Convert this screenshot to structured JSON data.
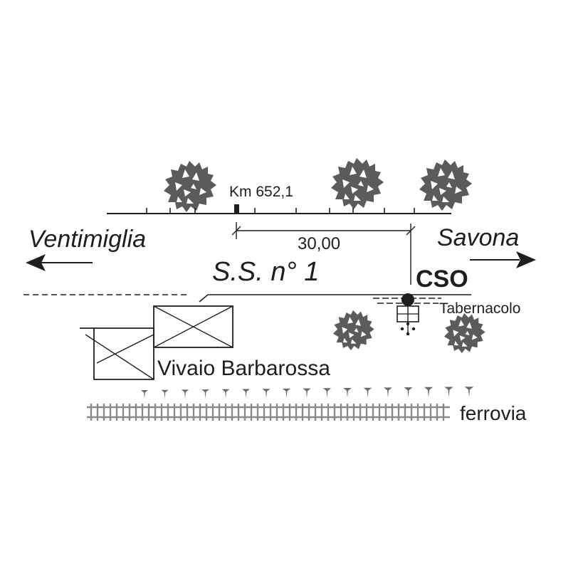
{
  "labels": {
    "km_marker": "Km 652,1",
    "distance": "30,00",
    "city_left": "Ventimiglia",
    "city_right": "Savona",
    "road": "S.S. n° 1",
    "cso": "CSO",
    "tabernacolo": "Tabernacolo",
    "vivaio": "Vivaio Barbarossa",
    "ferrovia": "ferrovia"
  },
  "icons": {
    "tree": "tree-icon",
    "building": "building-icon",
    "railway": "railway-icon",
    "arrow": "arrow-icon",
    "cso_point": "cso-point-icon",
    "tabernacle": "tabernacle-icon"
  },
  "colors": {
    "ink": "#1e1e1e",
    "tree": "#5b5b5b",
    "rail": "#8a8a8a"
  }
}
